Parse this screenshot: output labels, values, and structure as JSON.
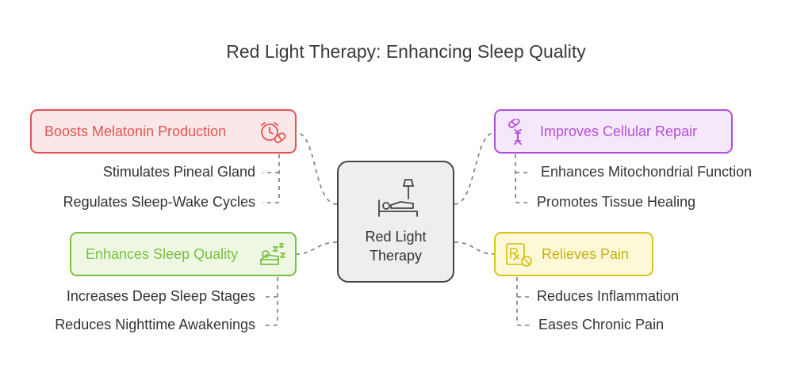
{
  "title": "Red Light Therapy: Enhancing Sleep Quality",
  "center": {
    "line1": "Red Light",
    "line2": "Therapy",
    "icon": "bed-lamp-icon"
  },
  "branches": {
    "melatonin": {
      "label": "Boosts Melatonin Production",
      "icon": "alarm-clock-pill-icon",
      "color": "#e05555",
      "fill": "#fbe7e7",
      "items": [
        "Stimulates Pineal Gland",
        "Regulates Sleep-Wake Cycles"
      ]
    },
    "sleep_quality": {
      "label": "Enhances Sleep Quality",
      "icon": "bed-zzz-icon",
      "color": "#7cc043",
      "fill": "#eef7e3",
      "items": [
        "Increases Deep Sleep Stages",
        "Reduces Nighttime Awakenings"
      ]
    },
    "cellular": {
      "label": "Improves Cellular Repair",
      "icon": "dna-pill-icon",
      "color": "#b14fd9",
      "fill": "#f6e8fb",
      "items": [
        "Enhances Mitochondrial Function",
        "Promotes Tissue Healing"
      ]
    },
    "pain": {
      "label": "Relieves Pain",
      "icon": "prescription-icon",
      "color": "#d9c320",
      "fill": "#fdf8d8",
      "items": [
        "Reduces Inflammation",
        "Eases Chronic Pain"
      ]
    }
  }
}
